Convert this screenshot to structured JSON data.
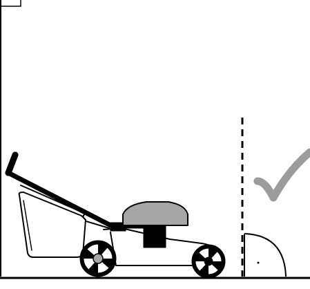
{
  "figure": {
    "kind": "instruction-illustration",
    "subject": "lawn-mower",
    "indicator": "check-mark",
    "colors": {
      "line": "#000000",
      "background": "#ffffff",
      "engine_cover": "#a6a6a6",
      "check_mark": "#9c9c9c"
    },
    "icons": [
      "lawn-mower-icon",
      "check-mark-icon",
      "boundary-line",
      "obstacle-shape"
    ]
  }
}
